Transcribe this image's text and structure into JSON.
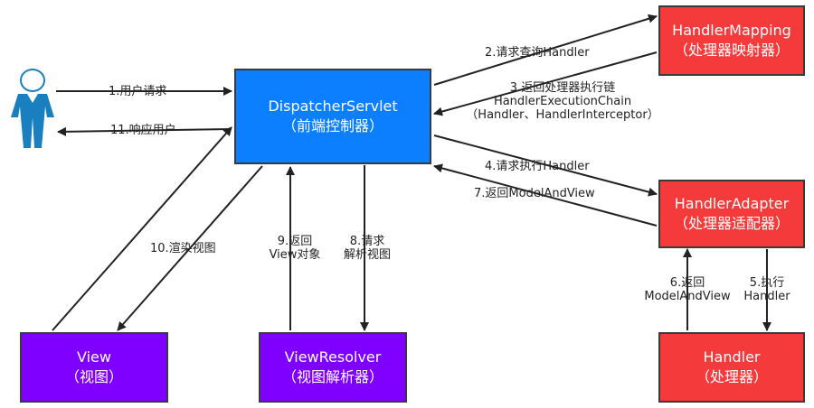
{
  "nodes": {
    "dispatcher": {
      "title": "DispatcherServlet",
      "subtitle": "（前端控制器）"
    },
    "mapping": {
      "title": "HandlerMapping",
      "subtitle": "（处理器映射器）"
    },
    "adapter": {
      "title": "HandlerAdapter",
      "subtitle": "（处理器适配器）"
    },
    "handler": {
      "title": "Handler",
      "subtitle": "（处理器）"
    },
    "view": {
      "title": "View",
      "subtitle": "（视图）"
    },
    "resolver": {
      "title": "ViewResolver",
      "subtitle": "（视图解析器）"
    }
  },
  "steps": {
    "s1": "1.用户请求",
    "s2": "2.请求查询Handler",
    "s3": {
      "line1": "3.返回处理器执行链",
      "line2": "HandlerExecutionChain",
      "line3": "（Handler、HandlerInterceptor）"
    },
    "s4": "4.请求执行Handler",
    "s5": {
      "line1": "5.执行",
      "line2": "Handler"
    },
    "s6": {
      "line1": "6.返回",
      "line2": "ModelAndView"
    },
    "s7": "7.返回ModelAndView",
    "s8": {
      "line1": "8.请求",
      "line2": "解析视图"
    },
    "s9": {
      "line1": "9.返回",
      "line2": "View对象"
    },
    "s10": "10.渲染视图",
    "s11": "11.响应用户"
  },
  "colors": {
    "dispatcher": "#0b7fff",
    "handler_components": "#f43a3a",
    "view_components": "#8000ff",
    "user_figure": "#1a7fbf",
    "arrows": "#222222"
  },
  "icons": {
    "user": "user-figure-icon"
  }
}
